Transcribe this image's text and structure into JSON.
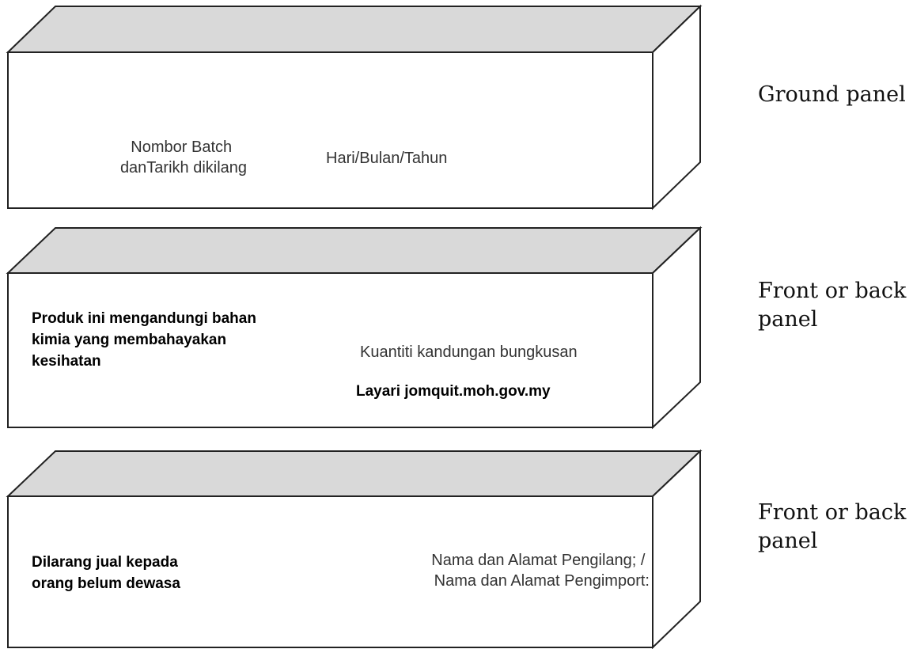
{
  "colors": {
    "top_face": "#d9d9d9",
    "front_face": "#ffffff",
    "outline": "#222222"
  },
  "panels": [
    {
      "side_label": "Ground panel",
      "left_text": [
        "Nombor Batch",
        "danTarikh dikilang"
      ],
      "right_text": [
        "Hari/Bulan/Tahun"
      ]
    },
    {
      "side_label": "Front or back panel",
      "left_text": [
        "Produk ini mengandungi bahan",
        "kimia yang membahayakan",
        "kesihatan"
      ],
      "right_text": [
        "Kuantiti kandungan bungkusan"
      ],
      "right_text_2": [
        "Layari jomquit.moh.gov.my"
      ]
    },
    {
      "side_label": "Front or back panel",
      "left_text": [
        "Dilarang jual kepada",
        "orang belum dewasa"
      ],
      "right_text": [
        "Nama dan Alamat Pengilang; /",
        "Nama dan Alamat Pengimport:"
      ]
    }
  ]
}
